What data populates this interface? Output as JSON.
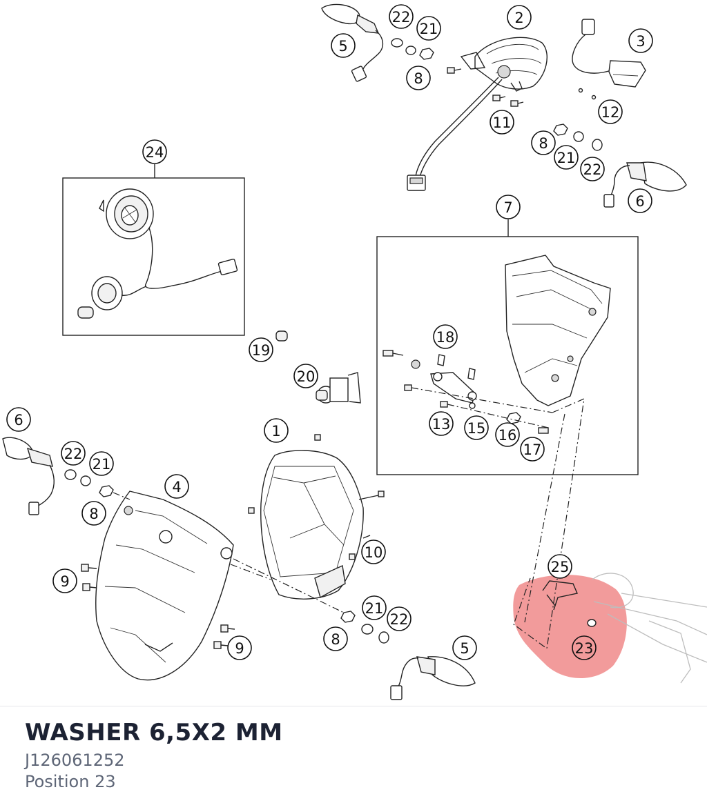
{
  "diagram": {
    "callouts": [
      {
        "id": "c-22-top",
        "label": "22"
      },
      {
        "id": "c-21-top",
        "label": "21"
      },
      {
        "id": "c-5-top",
        "label": "5"
      },
      {
        "id": "c-8-top",
        "label": "8"
      },
      {
        "id": "c-2",
        "label": "2"
      },
      {
        "id": "c-3",
        "label": "3"
      },
      {
        "id": "c-11",
        "label": "11"
      },
      {
        "id": "c-12",
        "label": "12"
      },
      {
        "id": "c-8-right",
        "label": "8"
      },
      {
        "id": "c-21-right",
        "label": "21"
      },
      {
        "id": "c-22-right",
        "label": "22"
      },
      {
        "id": "c-6-right",
        "label": "6"
      },
      {
        "id": "c-24",
        "label": "24"
      },
      {
        "id": "c-7",
        "label": "7"
      },
      {
        "id": "c-18",
        "label": "18"
      },
      {
        "id": "c-19",
        "label": "19"
      },
      {
        "id": "c-20",
        "label": "20"
      },
      {
        "id": "c-13",
        "label": "13"
      },
      {
        "id": "c-15",
        "label": "15"
      },
      {
        "id": "c-16",
        "label": "16"
      },
      {
        "id": "c-17",
        "label": "17"
      },
      {
        "id": "c-1",
        "label": "1"
      },
      {
        "id": "c-6-left",
        "label": "6"
      },
      {
        "id": "c-22-left",
        "label": "22"
      },
      {
        "id": "c-21-left",
        "label": "21"
      },
      {
        "id": "c-4",
        "label": "4"
      },
      {
        "id": "c-8-left",
        "label": "8"
      },
      {
        "id": "c-9-upper",
        "label": "9"
      },
      {
        "id": "c-10",
        "label": "10"
      },
      {
        "id": "c-9-lower",
        "label": "9"
      },
      {
        "id": "c-21-bottom",
        "label": "21"
      },
      {
        "id": "c-22-bottom",
        "label": "22"
      },
      {
        "id": "c-8-bottom",
        "label": "8"
      },
      {
        "id": "c-5-bottom",
        "label": "5"
      },
      {
        "id": "c-25",
        "label": "25"
      },
      {
        "id": "c-23",
        "label": "23"
      }
    ],
    "highlight": {
      "position": "23",
      "color": "#f08a8a"
    }
  },
  "part": {
    "name": "WASHER 6,5X2 MM",
    "number": "J126061252",
    "position_label": "Position 23"
  }
}
